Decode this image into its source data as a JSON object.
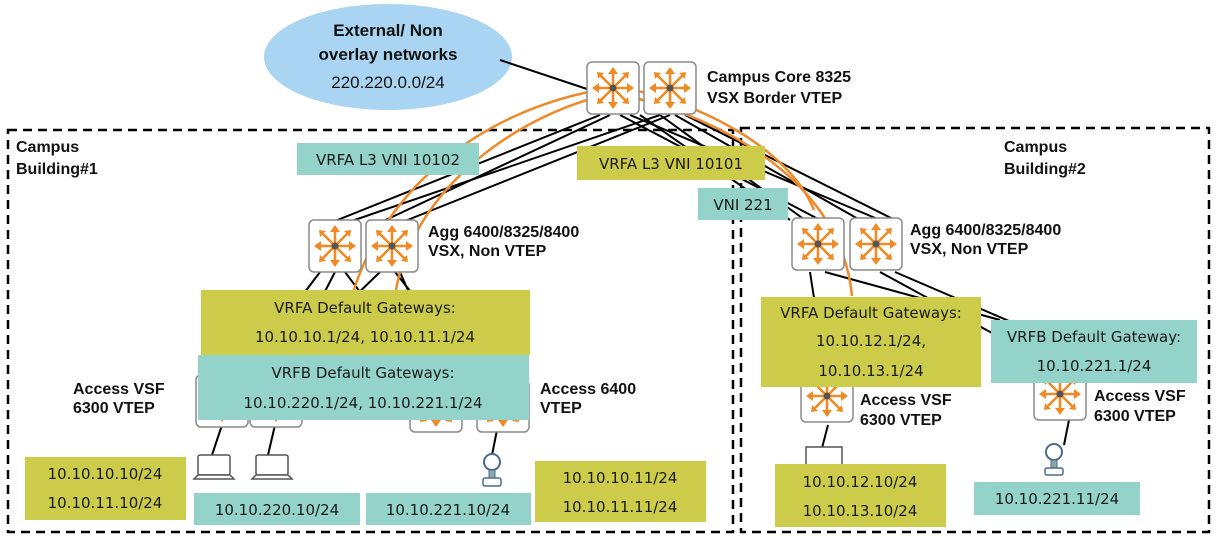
{
  "colors": {
    "yellow_box": "#cccc4a",
    "teal_box": "#93d3c9",
    "cloud": "#a9d5f2",
    "switch_orange": "#f08a24",
    "arc_orange": "#ee8a2a",
    "border": "#000000"
  },
  "cloud": {
    "line1": "External/ Non",
    "line2": "overlay networks",
    "subnet": "220.220.0.0/24"
  },
  "core": {
    "line1": "Campus Core 8325",
    "line2": "VSX Border VTEP"
  },
  "building1": {
    "title_line1": "Campus",
    "title_line2": "Building#1",
    "agg_line1": "Agg 6400/8325/8400",
    "agg_line2": "VSX, Non VTEP",
    "vrfa_l3_vni": "VRFA L3 VNI 10102",
    "vrfa_gw_title": "VRFA Default Gateways:",
    "vrfa_gw_value": "10.10.10.1/24, 10.10.11.1/24",
    "vrfb_gw_title": "VRFB Default Gateways:",
    "vrfb_gw_value": "10.10.220.1/24, 10.10.221.1/24",
    "access_left_line1": "Access VSF",
    "access_left_line2": "6300 VTEP",
    "access_right_line1": "Access 6400",
    "access_right_line2": "VTEP",
    "host_a_line1": "10.10.10.10/24",
    "host_a_line2": "10.10.11.10/24",
    "host_b": "10.10.220.10/24",
    "host_c": "10.10.221.10/24",
    "host_d_line1": "10.10.10.11/24",
    "host_d_line2": "10.10.11.11/24"
  },
  "building2": {
    "title_line1": "Campus",
    "title_line2": "Building#2",
    "agg_line1": "Agg 6400/8325/8400",
    "agg_line2": "VSX, Non VTEP",
    "vrfa_l3_vni": "VRFA L3 VNI 10101",
    "vni": "VNI 221",
    "vrfa_gw_title": "VRFA Default Gateways:",
    "vrfa_gw_value1": "10.10.12.1/24,",
    "vrfa_gw_value2": "10.10.13.1/24",
    "vrfb_gw_title": "VRFB Default Gateway:",
    "vrfb_gw_value": "10.10.221.1/24",
    "access_left_line1": "Access VSF",
    "access_left_line2": "6300 VTEP",
    "access_right_line1": "Access VSF",
    "access_right_line2": "6300 VTEP",
    "host_a_line1": "10.10.12.10/24",
    "host_a_line2": "10.10.13.10/24",
    "host_b": "10.10.221.11/24"
  },
  "icons": [
    "switch-icon",
    "laptop-icon",
    "sensor-icon",
    "pc-icon"
  ]
}
